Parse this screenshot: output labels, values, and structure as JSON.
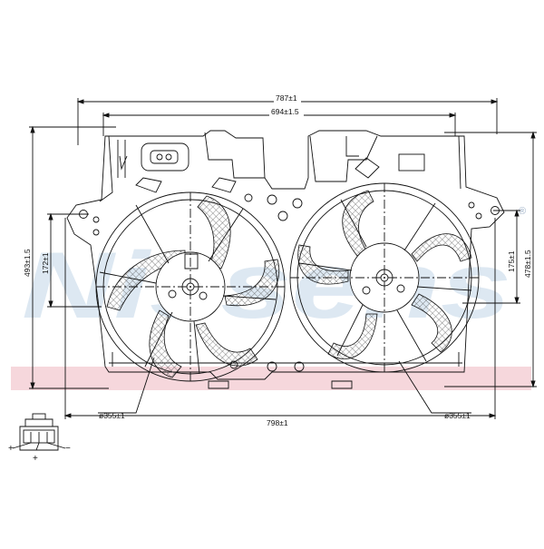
{
  "watermark": {
    "brand": "Nissens",
    "registered_mark": "®",
    "band_color": "#f3c9d0",
    "text_color": "#dde8f2"
  },
  "dimensions": {
    "overall_width_top": "787±1",
    "shroud_width": "694±1.5",
    "overall_width_bottom": "798±1",
    "left_height_outer": "493±1.5",
    "left_height_inner": "172±1",
    "right_height_inner": "175±1",
    "right_height_outer": "478±1.5",
    "fan_left_diameter": "ø355±1",
    "fan_right_diameter": "ø355±1"
  },
  "connector": {
    "pin_labels": [
      "+",
      "+",
      "−"
    ]
  },
  "colors": {
    "line": "#111111",
    "hatch": "#555555"
  }
}
